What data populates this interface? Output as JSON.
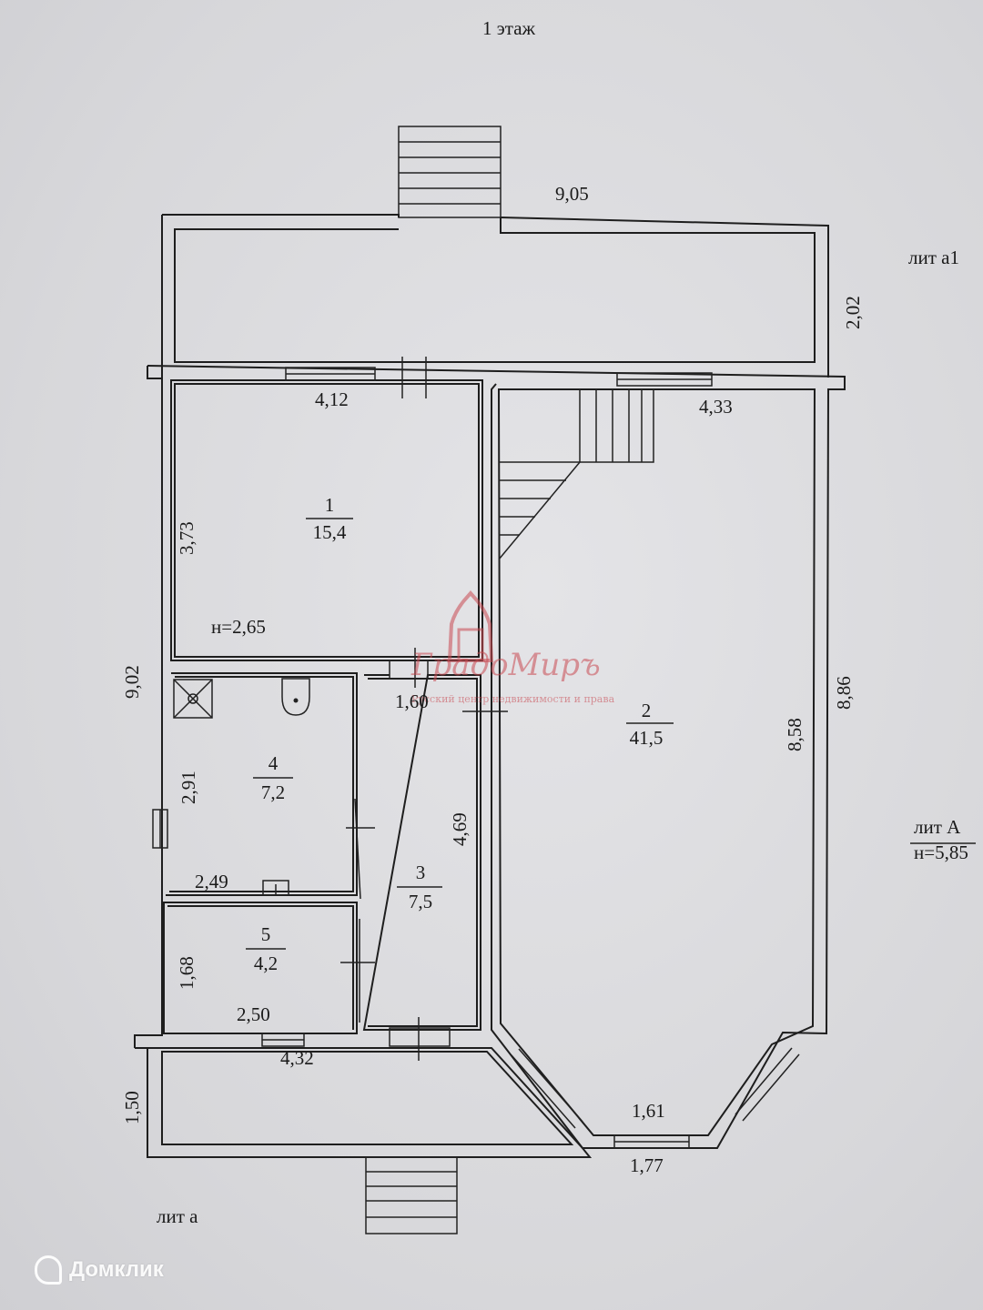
{
  "plan": {
    "title": "1 этаж",
    "annotations": {
      "lit_a1": "лит а1",
      "lit_a_upper": "лит А",
      "lit_a_height": "н=5,85",
      "lit_a_lower": "лит а",
      "room_height": "н=2,65"
    },
    "dimensions": {
      "top_width": "9,05",
      "top_depth": "2,02",
      "room1_width": "4,12",
      "room1_height": "3,73",
      "room2_top": "4,33",
      "room2_inner": "8,58",
      "room2_outer": "8,86",
      "left_total": "9,02",
      "corridor_width": "1,60",
      "room3_height": "4,69",
      "room4_height": "2,91",
      "room4_width": "2,49",
      "room5_height": "1,68",
      "room5_width": "2,50",
      "bottom_width": "4,32",
      "bottom_depth": "1,50",
      "bay_inner": "1,61",
      "bay_outer": "1,77"
    },
    "rooms": [
      {
        "number": "1",
        "area": "15,4"
      },
      {
        "number": "2",
        "area": "41,5"
      },
      {
        "number": "3",
        "area": "7,5"
      },
      {
        "number": "4",
        "area": "7,2"
      },
      {
        "number": "5",
        "area": "4,2"
      }
    ],
    "watermark": {
      "brand": "ГрадоМиръ",
      "tagline": "Русский центр недвижимости и права"
    }
  },
  "site": {
    "brand": "Домклик",
    "icon": "house-icon"
  }
}
